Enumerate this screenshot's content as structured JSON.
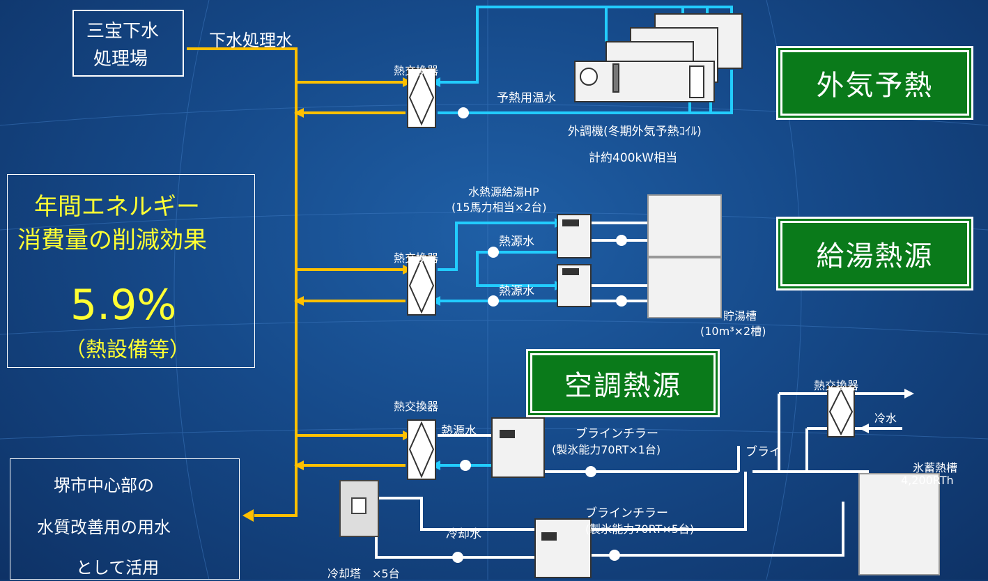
{
  "source_plant": {
    "line1": "三宝下水",
    "line2": "処理場"
  },
  "sewage_label": "下水処理水",
  "hx_label_1": "熱交換器",
  "hx_label_2": "熱交換器",
  "hx_label_3": "熱交換器",
  "hx_label_4": "熱交換器",
  "preheat_water": "予熱用温水",
  "ahu_label": "外調機(冬期外気予熱ｺｲﾙ)",
  "ahu_capacity": "計約400kW相当",
  "hp_label": {
    "line1": "水熱源給湯HP",
    "line2": "(15馬力相当×2台)"
  },
  "heat_source_water_1": "熱源水",
  "heat_source_water_2": "熱源水",
  "heat_source_water_3": "熱源水",
  "storage_tank": {
    "line1": "貯湯槽",
    "line2": "(10m³×2槽)"
  },
  "badge_preheat": "外気予熱",
  "badge_hotwater": "給湯熱源",
  "badge_aircon": "空調熱源",
  "energy_box": {
    "line1": "年間エネルギー",
    "line2": "消費量の削減効果",
    "value": "5.9%",
    "note": "（熱設備等）"
  },
  "brine_chiller_1": {
    "line1": "ブラインチラー",
    "line2": "(製氷能力70RT×1台)"
  },
  "brine_chiller_2": {
    "line1": "ブラインチラー",
    "line2": "(製氷能力70RT×5台)"
  },
  "brine_label": "ブライ",
  "cold_water": "冷水",
  "ice_tank": {
    "line1": "氷蓄熱槽",
    "line2": "4,200RTh"
  },
  "cooling_water": "冷却水",
  "cooling_tower": "冷却塔　×5台",
  "reuse_box": {
    "line1": "堺市中心部の",
    "line2": "水質改善用の用水",
    "line3": "として活用"
  }
}
